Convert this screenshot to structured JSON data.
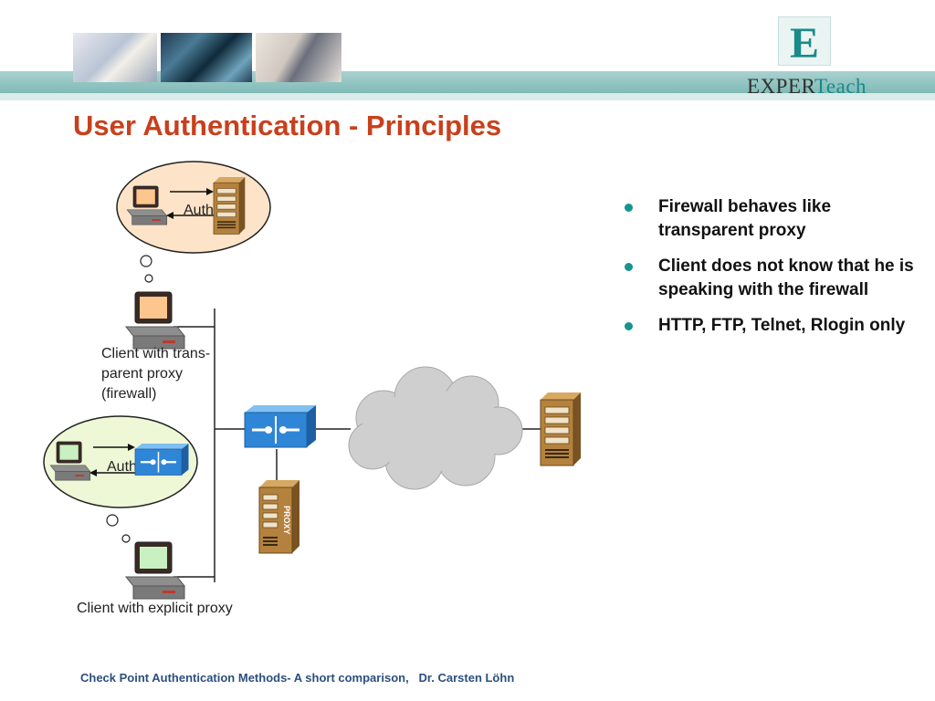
{
  "slide": {
    "title": "User Authentication - Principles",
    "footer": "Check Point Authentication Methods- A short comparison,   Dr. Carsten Löhn"
  },
  "logo": {
    "monogram": "E",
    "brand_prefix": "EXPER",
    "brand_suffix": "Teach",
    "accent_color": "#1a8a8a"
  },
  "bullets": [
    "Firewall behaves like transparent proxy",
    "Client does not know that he is speaking with the firewall",
    "HTTP, FTP, Telnet, Rlogin only"
  ],
  "diagram": {
    "auth_label_1": "Auth",
    "auth_label_2": "Auth",
    "client_transparent_line1": "Client with trans-",
    "client_transparent_line2": "parent proxy",
    "client_transparent_line3": "(firewall)",
    "client_explicit": "Client with explicit proxy",
    "proxy_server_label": "PROXY"
  },
  "colors": {
    "title": "#c8401c",
    "bullet": "#16948f",
    "footer": "#2c4f7d",
    "bubble_top": "#fde4c8",
    "bubble_bottom": "#eef7d6",
    "firewall": "#2f86d6",
    "server": "#b4823e",
    "cloud": "#cfcfcf"
  }
}
